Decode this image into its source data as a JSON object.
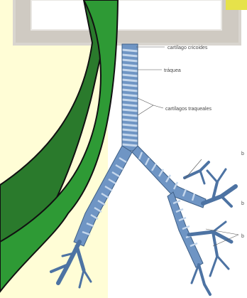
{
  "labels": {
    "cricoid": "cartílago cricoides",
    "trachea": "tráquea",
    "rings": "cartílagos traqueales",
    "b1": "b",
    "b2": "b",
    "b3": "b"
  },
  "colors": {
    "cream_background": "#fffdd6",
    "green_shape": "#2e9a35",
    "dark_green_band": "#2a7a2c",
    "airway_blue": "#6f95c4",
    "airway_ring": "#c5d7ec",
    "airway_dark": "#3e5f86",
    "paper_frame": "#d9d5cf"
  }
}
